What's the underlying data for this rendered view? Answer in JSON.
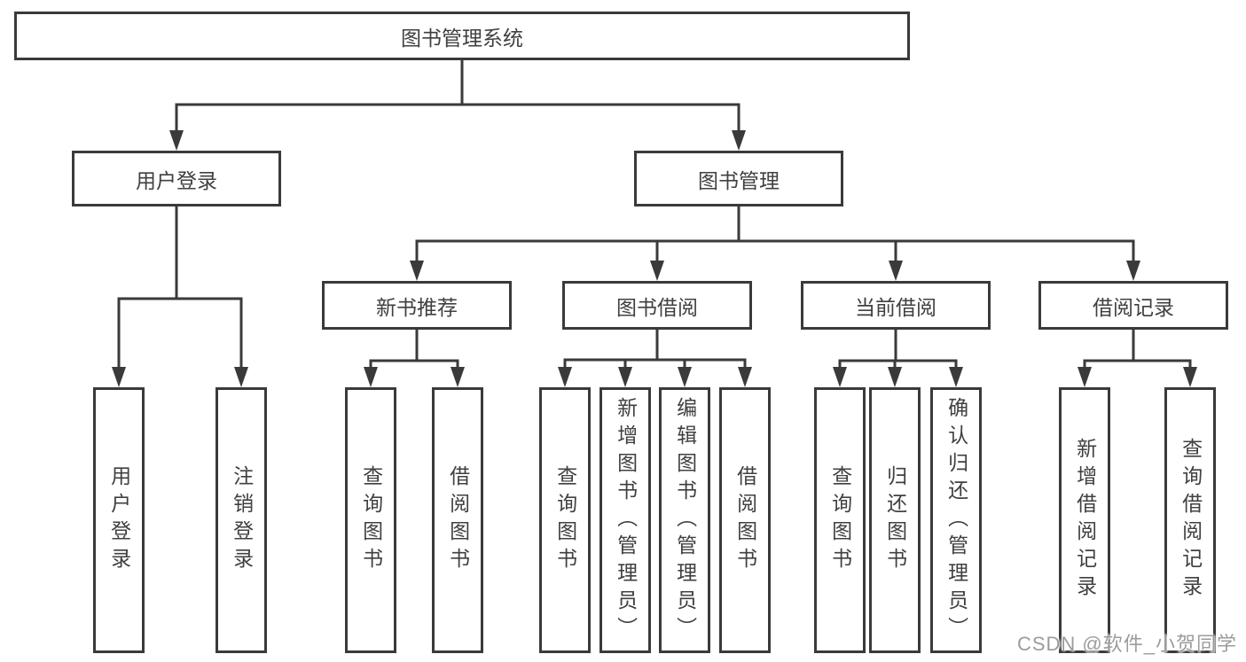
{
  "diagram": {
    "type": "hierarchy-flowchart",
    "root": {
      "id": "library-system",
      "label": "图书管理系统"
    },
    "level1": [
      {
        "id": "user-login",
        "label": "用户登录",
        "parent": "library-system"
      },
      {
        "id": "book-management",
        "label": "图书管理",
        "parent": "library-system"
      }
    ],
    "level2": [
      {
        "id": "new-book-recommend",
        "label": "新书推荐",
        "parent": "book-management"
      },
      {
        "id": "book-borrowing",
        "label": "图书借阅",
        "parent": "book-management"
      },
      {
        "id": "current-borrowing",
        "label": "当前借阅",
        "parent": "book-management"
      },
      {
        "id": "borrowing-records",
        "label": "借阅记录",
        "parent": "book-management"
      }
    ],
    "leaves": [
      {
        "id": "leaf-user-login",
        "label": "用户登录",
        "parent": "user-login"
      },
      {
        "id": "leaf-logout",
        "label": "注销登录",
        "parent": "user-login"
      },
      {
        "id": "leaf-query-books-1",
        "label": "查询图书",
        "parent": "new-book-recommend"
      },
      {
        "id": "leaf-borrow-books-1",
        "label": "借阅图书",
        "parent": "new-book-recommend"
      },
      {
        "id": "leaf-query-books-2",
        "label": "查询图书",
        "parent": "book-borrowing"
      },
      {
        "id": "leaf-add-books",
        "label": "新增图书（管理员）",
        "parent": "book-borrowing"
      },
      {
        "id": "leaf-edit-books",
        "label": "编辑图书（管理员）",
        "parent": "book-borrowing"
      },
      {
        "id": "leaf-borrow-books-2",
        "label": "借阅图书",
        "parent": "book-borrowing"
      },
      {
        "id": "leaf-query-books-3",
        "label": "查询图书",
        "parent": "current-borrowing"
      },
      {
        "id": "leaf-return-books",
        "label": "归还图书",
        "parent": "current-borrowing"
      },
      {
        "id": "leaf-confirm-return",
        "label": "确认归还（管理员）",
        "parent": "current-borrowing"
      },
      {
        "id": "leaf-add-borrow-record",
        "label": "新增借阅记录",
        "parent": "borrowing-records"
      },
      {
        "id": "leaf-query-borrow-record",
        "label": "查询借阅记录",
        "parent": "borrowing-records"
      }
    ],
    "watermark": "CSDN @软件_小贺同学",
    "colors": {
      "line": "#3a3a3a",
      "text": "#404040",
      "background": "#ffffff",
      "watermark": "#9c9c9c"
    }
  }
}
